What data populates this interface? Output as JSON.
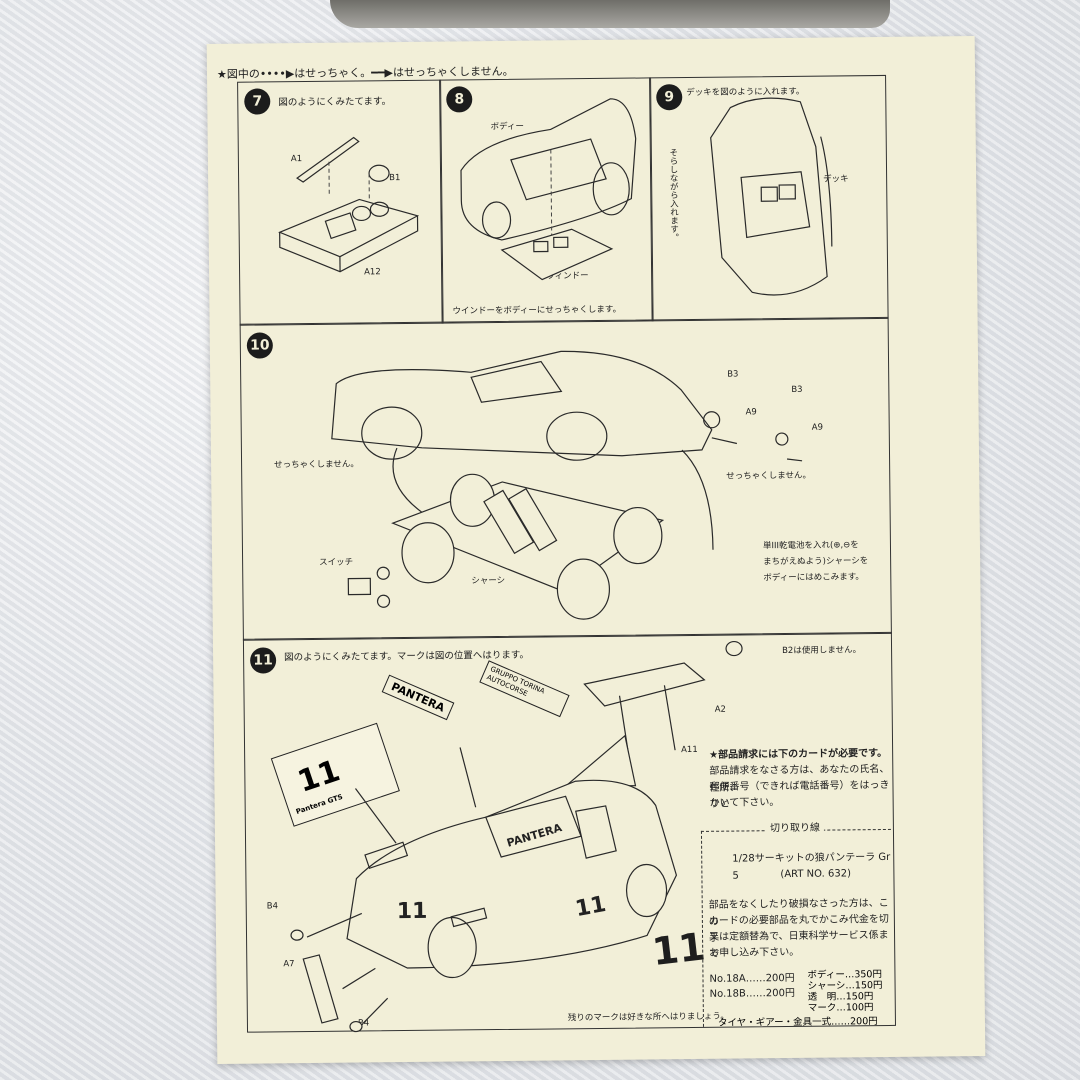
{
  "legend": "★図中の••••▶はせっちゃく。━━▶はせっちゃくしません。",
  "step7": {
    "num": "7",
    "caption": "図のようにくみたてます。",
    "parts": [
      "A1",
      "B1",
      "A12"
    ]
  },
  "step8": {
    "num": "8",
    "body_label": "ボディー",
    "window_label": "ウィンドー",
    "caption": "ウインドーをボディーにせっちゃくします。"
  },
  "step9": {
    "num": "9",
    "caption": "デッキを図のように入れます。",
    "side_caption": "そらしながら入れます。",
    "deck_label": "デッキ"
  },
  "step10": {
    "num": "10",
    "parts": [
      "B3",
      "B3",
      "A9",
      "A9"
    ],
    "no_glue_left": "せっちゃくしません。",
    "no_glue_right": "せっちゃくしません。",
    "battery_note": [
      "単III乾電池を入れ(⊕,⊖を",
      "まちがえぬよう)シャーシを",
      "ボディーにはめこみます。"
    ],
    "switch_label": "スイッチ",
    "chassis_label": "シャーシ"
  },
  "step11": {
    "num": "11",
    "caption": "図のようにくみたてます。マークは図の位置へはります。",
    "b2_note": "B2は使用しません。",
    "decal_pantera": "PANTERA",
    "decal_number": "11",
    "decal_gts": "Pantera GTS",
    "decal_sponsor": "GRUPPO TORINA AUTOCORSE",
    "parts": [
      "A2",
      "A11",
      "B4",
      "A7",
      "B4"
    ],
    "remaining_note": "残りのマークは好きな所へはりましょう。"
  },
  "order_card": {
    "header": "★部品請求には下のカードが必要です。",
    "lines": [
      "部品請求をなさる方は、あなたの氏名、住所、",
      "郵便番号（できれば電話番号）をはっきりと",
      "かいて下さい。"
    ],
    "cut_line": "切り取り線",
    "product": "1/28サーキットの狼パンテーラ Gr 5",
    "art_no": "(ART NO. 632)",
    "notice": [
      "部品をなくしたり破損なさった方は、この",
      "カードの必要部品を丸でかこみ代金を切手",
      "又は定額替為で、日東科学サービス係まで",
      "お申し込み下さい。"
    ],
    "prices_left": [
      {
        "item": "No.18A",
        "price": "200円"
      },
      {
        "item": "No.18B",
        "price": "200円"
      }
    ],
    "prices_right": [
      {
        "item": "ボディー",
        "price": "350円"
      },
      {
        "item": "シャーシ",
        "price": "150円"
      },
      {
        "item": "透　明",
        "price": "150円"
      },
      {
        "item": "マーク",
        "price": "100円"
      },
      {
        "item": "タイヤ・ギアー・金具一式",
        "price": "200円"
      }
    ]
  }
}
